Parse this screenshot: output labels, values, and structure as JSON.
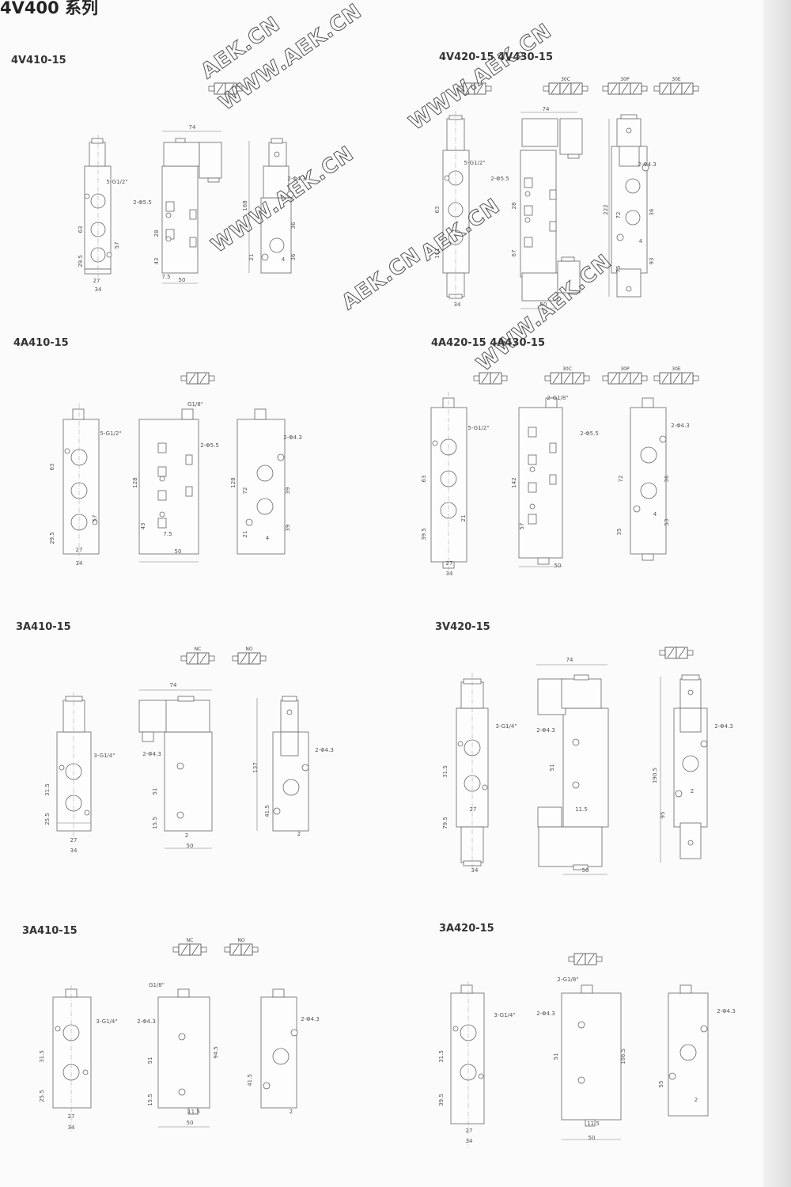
{
  "page": {
    "title": "4V400 系列"
  },
  "watermarks": [
    "AEK.CN",
    "WWW.AEK.CN",
    "WWW.AEK.CN",
    "AEK.CN",
    "WWW.AEK.CN",
    "WWW.AEK.CN",
    "AEK.CN"
  ],
  "panels": [
    {
      "title": "4V410-15",
      "symbol_labels": [],
      "dims": [
        "5-G1/2\"",
        "63",
        "29.5",
        "57",
        "27",
        "34",
        "74",
        "2-Φ5.5",
        "28",
        "43",
        "7.5",
        "50",
        "2-Φ4.3",
        "168",
        "36",
        "36",
        "21",
        "4"
      ]
    },
    {
      "title": "4V420-15    4V430-15",
      "symbol_labels": [
        "30C",
        "30P",
        "30E"
      ],
      "dims": [
        "5-G1/2\"",
        "63",
        "111",
        "34",
        "74",
        "2-Φ5.5",
        "28",
        "67",
        "50",
        "2-Φ4.3",
        "222",
        "72",
        "36",
        "4",
        "75",
        "93"
      ]
    },
    {
      "title": "4A410-15",
      "symbol_labels": [],
      "dims": [
        "5-G1/2\"",
        "63",
        "29.5",
        "57",
        "27",
        "34",
        "G1/8\"",
        "2-Φ5.5",
        "128",
        "43",
        "7.5",
        "50",
        "2-Φ4.3",
        "128",
        "72",
        "39",
        "39",
        "21",
        "4"
      ]
    },
    {
      "title": "4A420-15   4A430-15",
      "symbol_labels": [
        "30C",
        "30P",
        "30E"
      ],
      "dims": [
        "5-G1/2\"",
        "63",
        "39.5",
        "21",
        "27",
        "34",
        "2-G1/8\"",
        "2-Φ5.5",
        "142",
        "57",
        "50",
        "2-Φ4.3",
        "72",
        "36",
        "4",
        "35",
        "53"
      ]
    },
    {
      "title": "3A410-15",
      "symbol_labels": [
        "NC",
        "NO"
      ],
      "dims": [
        "3-G1/4\"",
        "31.5",
        "25.5",
        "27",
        "34",
        "74",
        "2-Φ4.3",
        "51",
        "15.5",
        "2",
        "50",
        "2-Φ4.3",
        "137",
        "41.5",
        "2"
      ]
    },
    {
      "title": "3V420-15",
      "symbol_labels": [],
      "dims": [
        "3-G1/4\"",
        "31.5",
        "27",
        "79.5",
        "34",
        "74",
        "2-Φ4.3",
        "51",
        "11.5",
        "50",
        "2-Φ4.3",
        "190.5",
        "2",
        "95"
      ]
    },
    {
      "title": "3A410-15",
      "symbol_labels": [
        "NC",
        "NO"
      ],
      "dims": [
        "3-G1/4\"",
        "31.5",
        "25.5",
        "27",
        "34",
        "G1/8\"",
        "2-Φ4.3",
        "51",
        "15.5",
        "11.5",
        "50",
        "94.5",
        "2-Φ4.3",
        "41.5",
        "2"
      ]
    },
    {
      "title": "3A420-15",
      "symbol_labels": [],
      "dims": [
        "3-G1/4\"",
        "31.5",
        "39.5",
        "27",
        "34",
        "2-G1/8\"",
        "2-Φ4.3",
        "51",
        "106.5",
        "11.5",
        "50",
        "2-Φ4.3",
        "55",
        "2"
      ]
    }
  ]
}
